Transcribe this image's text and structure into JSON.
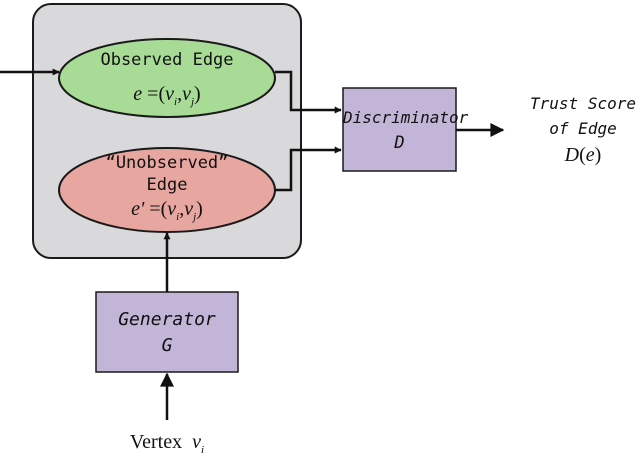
{
  "colors": {
    "container_fill": "#d9d9db",
    "container_stroke": "#1a1a1a",
    "observed_fill": "#a8dc96",
    "unobserved_fill": "#e8a6a0",
    "block_fill": "#c3b5d7",
    "stroke": "#111111"
  },
  "observed_edge": {
    "label": "Observed Edge",
    "formula_var": "e",
    "formula_rest": " =(",
    "v1": "v",
    "v1_sub": "i",
    "comma": ",",
    "v2": "v",
    "v2_sub": "j",
    "close": ")"
  },
  "unobserved_edge": {
    "label_line1": "“Unobserved”",
    "label_line2": "Edge",
    "formula_var": "e'",
    "formula_rest": " =(",
    "v1": "v",
    "v1_sub": "i",
    "comma": ",",
    "v2": "v",
    "v2_sub": "j",
    "close": ")"
  },
  "discriminator": {
    "name": "Discriminator",
    "symbol": "D"
  },
  "generator": {
    "name": "Generator",
    "symbol": "G"
  },
  "output": {
    "line1": "Trust Score",
    "line2": "of Edge",
    "formula_func": "D",
    "formula_open": "(",
    "formula_var": "e",
    "formula_close": ")"
  },
  "input": {
    "word": "Vertex",
    "var": "v",
    "sub": "i"
  }
}
